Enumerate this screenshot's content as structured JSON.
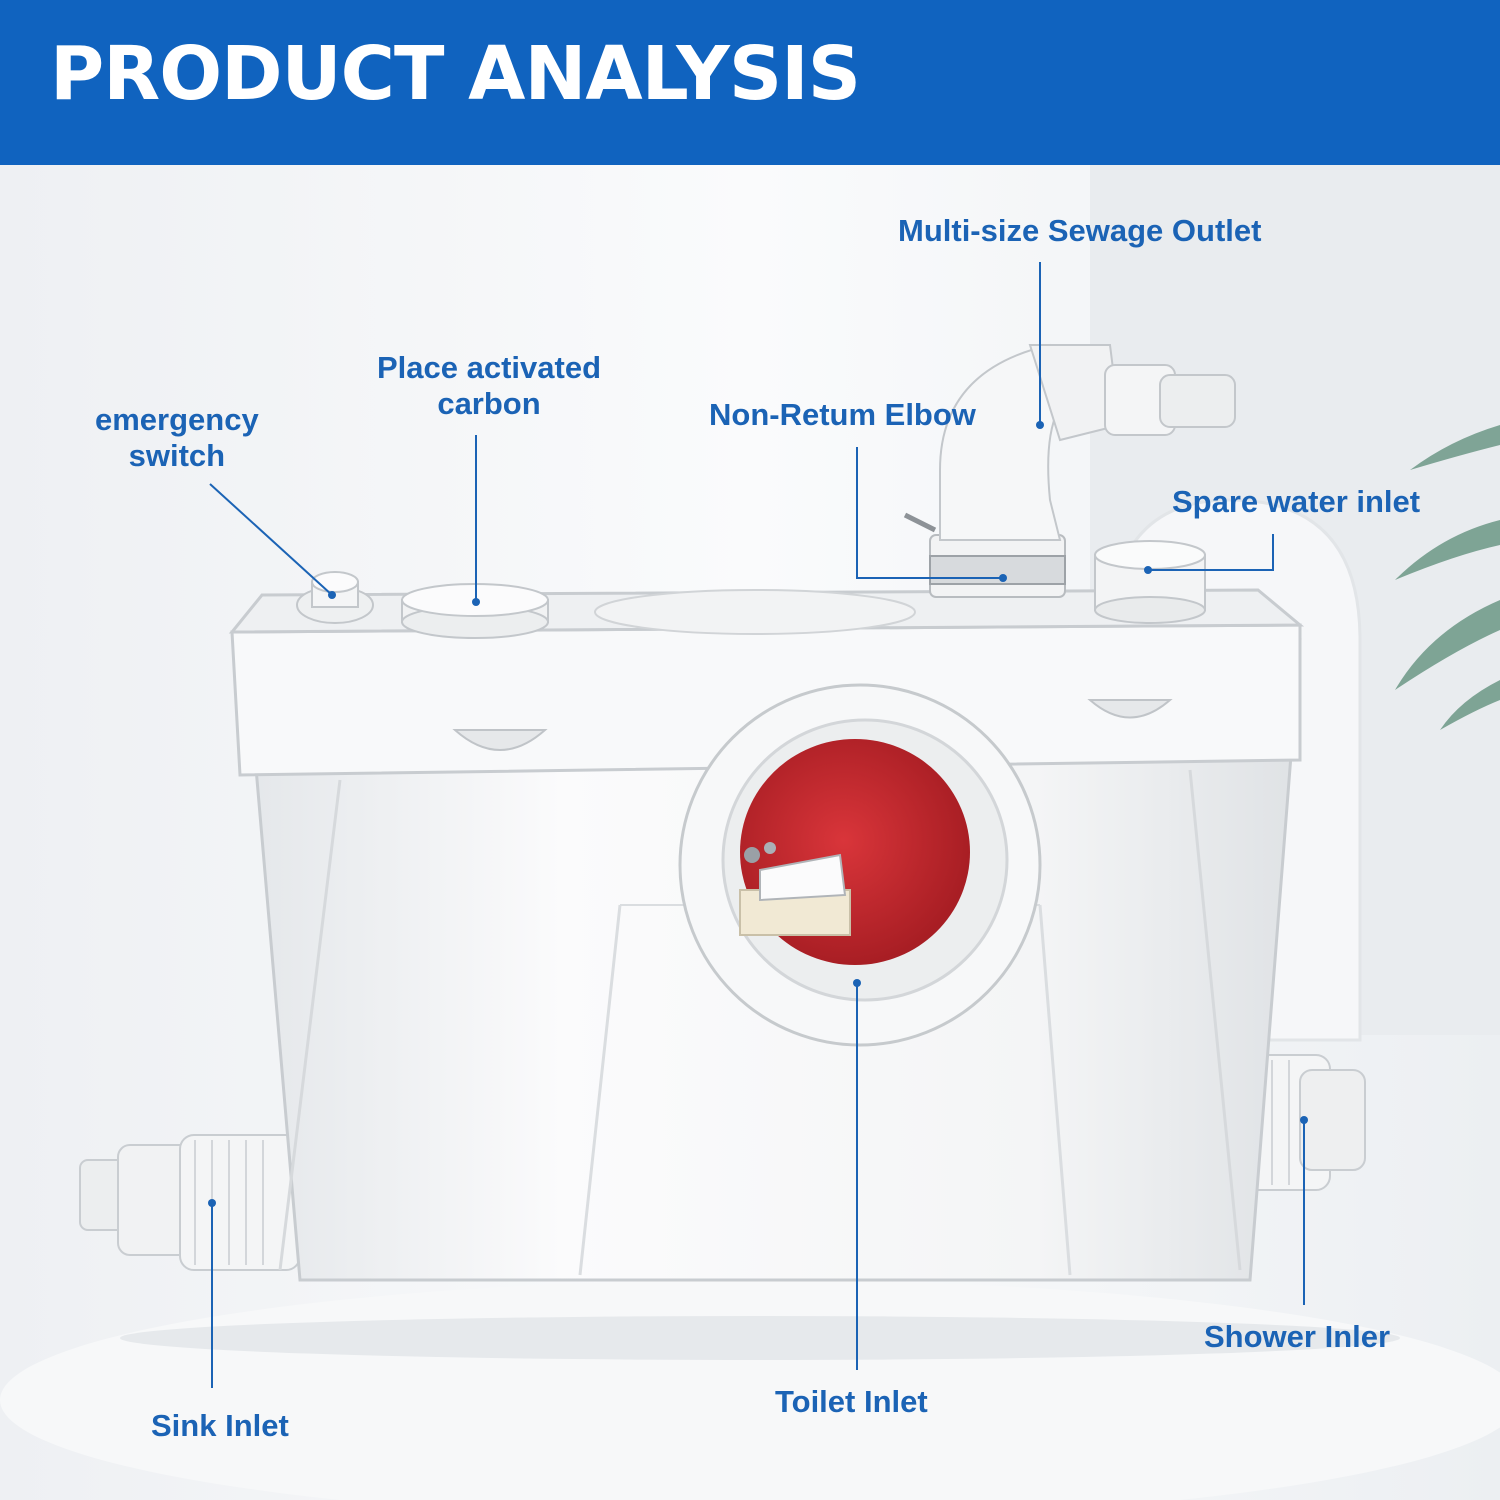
{
  "header": {
    "title": "PRODUCT ANALYSIS"
  },
  "colors": {
    "banner": "#1063bf",
    "label_text": "#1b63b5",
    "leader_line": "#1b63b5",
    "chamber_red": "#c4262e"
  },
  "callouts": {
    "sewage_outlet": "Multi-size Sewage Outlet",
    "carbon": "Place activated\ncarbon",
    "emergency_switch": "emergency\nswitch",
    "elbow": "Non-Retum Elbow",
    "spare_inlet": "Spare water inlet",
    "sink_inlet": "Sink Inlet",
    "toilet_inlet": "Toilet Inlet",
    "shower_inlet": "Shower Inler"
  },
  "icons": {
    "plant": "plant-leaves-icon",
    "product": "macerator-pump-image"
  }
}
